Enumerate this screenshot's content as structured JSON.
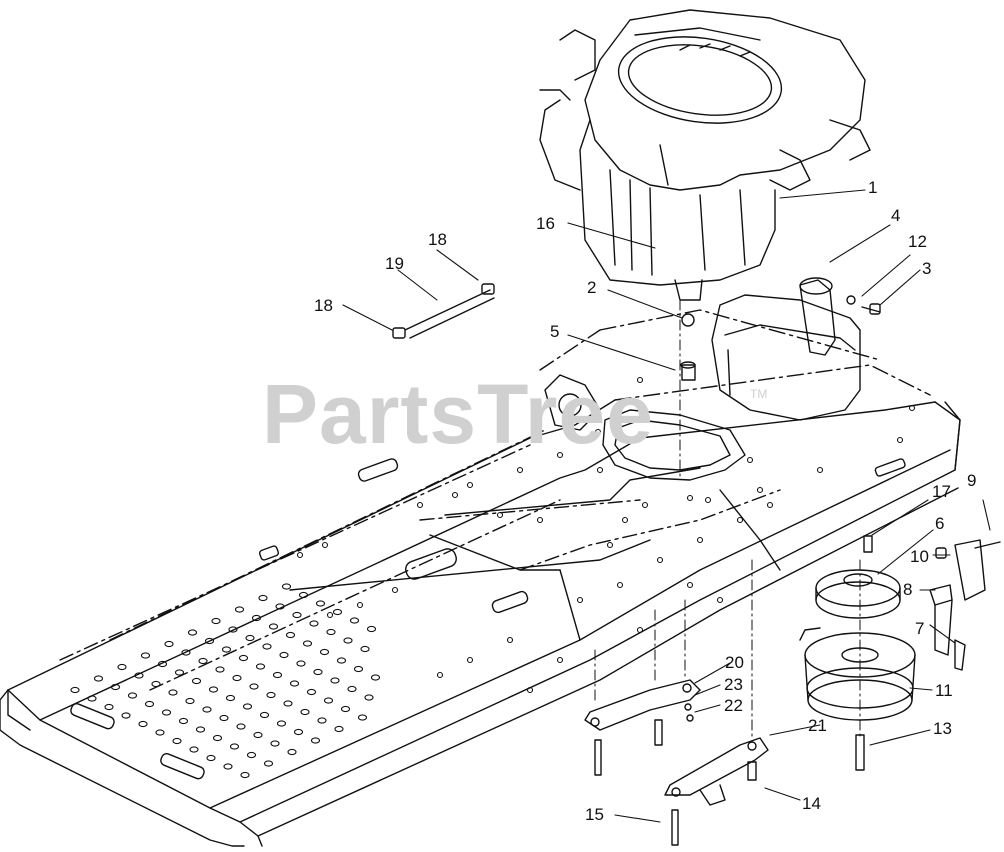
{
  "watermark": {
    "text": "PartsTree",
    "trademark": "TM"
  },
  "callouts": [
    {
      "id": "c1",
      "label": "1"
    },
    {
      "id": "c2",
      "label": "2"
    },
    {
      "id": "c3",
      "label": "3"
    },
    {
      "id": "c4",
      "label": "4"
    },
    {
      "id": "c5",
      "label": "5"
    },
    {
      "id": "c6",
      "label": "6"
    },
    {
      "id": "c7",
      "label": "7"
    },
    {
      "id": "c8",
      "label": "8"
    },
    {
      "id": "c9",
      "label": "9"
    },
    {
      "id": "c10",
      "label": "10"
    },
    {
      "id": "c11",
      "label": "11"
    },
    {
      "id": "c12",
      "label": "12"
    },
    {
      "id": "c13",
      "label": "13"
    },
    {
      "id": "c14",
      "label": "14"
    },
    {
      "id": "c15",
      "label": "15"
    },
    {
      "id": "c16",
      "label": "16"
    },
    {
      "id": "c17",
      "label": "17"
    },
    {
      "id": "c18a",
      "label": "18"
    },
    {
      "id": "c18b",
      "label": "18"
    },
    {
      "id": "c19",
      "label": "19"
    },
    {
      "id": "c20",
      "label": "20"
    },
    {
      "id": "c21",
      "label": "21"
    },
    {
      "id": "c22",
      "label": "22"
    },
    {
      "id": "c23",
      "label": "23"
    }
  ],
  "colors": {
    "line": "#111111",
    "watermark": "#d0d0d0",
    "background": "#ffffff"
  }
}
